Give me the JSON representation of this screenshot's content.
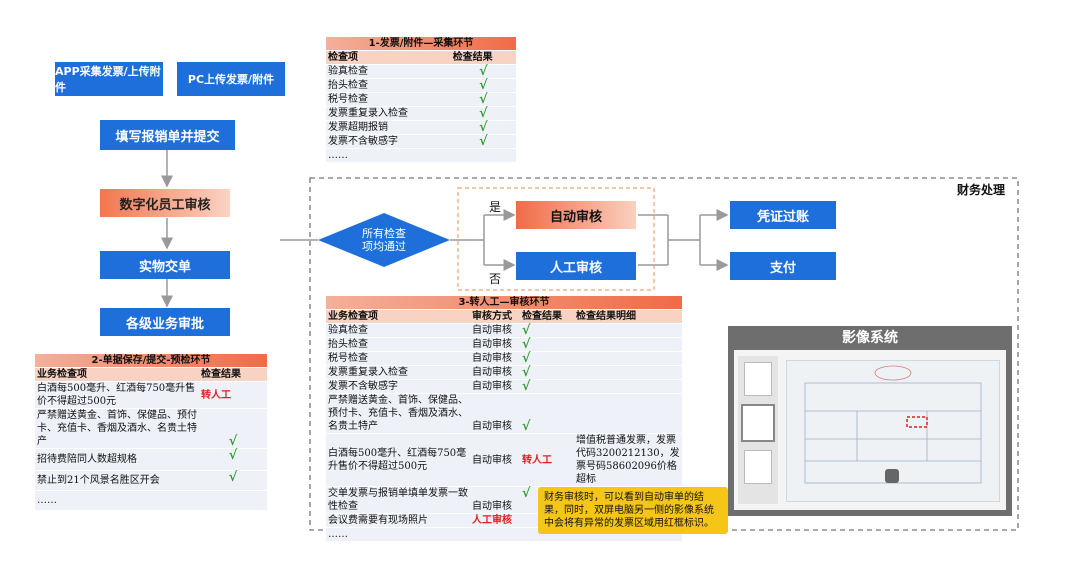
{
  "top_boxes": {
    "app": "APP采集发票/上传附件",
    "pc": "PC上传发票/附件"
  },
  "flow": {
    "fill": "填写报销单并提交",
    "digital": "数字化员工审核",
    "physical": "实物交单",
    "approval": "各级业务审批"
  },
  "finance_area": "财务处理",
  "decision": {
    "line1": "所有检查",
    "line2": "项均通过",
    "yes": "是",
    "no": "否"
  },
  "results": {
    "auto": "自动审核",
    "manual": "人工审核",
    "voucher": "凭证过账",
    "pay": "支付"
  },
  "table1": {
    "title": "1-发票/附件—采集环节",
    "h1": "检查项",
    "h2": "检查结果",
    "rows": [
      {
        "item": "验真检查",
        "res": "√"
      },
      {
        "item": "抬头检查",
        "res": "√"
      },
      {
        "item": "税号检查",
        "res": "√"
      },
      {
        "item": "发票重复录入检查",
        "res": "√"
      },
      {
        "item": "发票超期报销",
        "res": "√"
      },
      {
        "item": "发票不含敏感字",
        "res": "√"
      },
      {
        "item": "……",
        "res": ""
      }
    ]
  },
  "table2": {
    "title": "2-单据保存/提交-预检环节",
    "h1": "业务检查项",
    "h2": "检查结果",
    "rows": [
      {
        "item": "白酒每500毫升、红酒每750毫升售价不得超过500元",
        "res": "转人工"
      },
      {
        "item": "严禁赠送黄金、首饰、保健品、预付卡、充值卡、香烟及酒水、名贵土特产",
        "res": "√"
      },
      {
        "item": "招待费陪同人数超规格",
        "res": "√"
      },
      {
        "item": "禁止到21个风景名胜区开会",
        "res": "√"
      },
      {
        "item": "……",
        "res": ""
      }
    ]
  },
  "table3": {
    "title": "3-转人工—审核环节",
    "h1": "业务检查项",
    "h2": "审核方式",
    "h3": "检查结果",
    "h4": "检查结果明细",
    "rows": [
      {
        "item": "验真检查",
        "mode": "自动审核",
        "res": "√",
        "detail": ""
      },
      {
        "item": "抬头检查",
        "mode": "自动审核",
        "res": "√",
        "detail": ""
      },
      {
        "item": "税号检查",
        "mode": "自动审核",
        "res": "√",
        "detail": ""
      },
      {
        "item": "发票重复录入检查",
        "mode": "自动审核",
        "res": "√",
        "detail": ""
      },
      {
        "item": "发票不含敏感字",
        "mode": "自动审核",
        "res": "√",
        "detail": ""
      },
      {
        "item": "严禁赠送黄金、首饰、保健品、预付卡、充值卡、香烟及酒水、名贵土特产",
        "mode": "自动审核",
        "res": "√",
        "detail": ""
      },
      {
        "item": "白酒每500毫升、红酒每750毫升售价不得超过500元",
        "mode": "自动审核",
        "res": "转人工",
        "detail": "增值税普通发票，发票代码3200212130，发票号码58602096价格超标"
      },
      {
        "item": "交单发票与报销单填单发票一致性检查",
        "mode": "自动审核",
        "res": "√",
        "detail": ""
      },
      {
        "item": "会议费需要有现场照片",
        "mode": "人工审核",
        "res": "",
        "detail": ""
      },
      {
        "item": "……",
        "mode": "",
        "res": "",
        "detail": ""
      }
    ]
  },
  "image_system": {
    "title": "影像系统"
  },
  "note": "财务审核时，可以看到自动审单的结果，同时，双屏电脑另一侧的影像系统中会将有异常的发票区域用红框标识。"
}
